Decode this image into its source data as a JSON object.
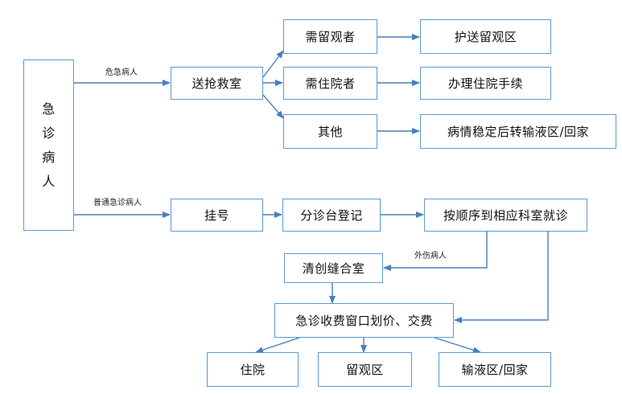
{
  "diagram": {
    "start": {
      "chars": [
        "急",
        "诊",
        "病",
        "人"
      ]
    },
    "edge_labels": {
      "critical": "危急病人",
      "normal": "普通急诊病人",
      "trauma": "外伤病人"
    },
    "nodes": {
      "rescue_room": "送抢救室",
      "need_observation": "需留观者",
      "need_hospitalization": "需住院者",
      "other": "其他",
      "escort_observation": "护送留观区",
      "admission_procedures": "办理住院手续",
      "stable_transfer": "病情稳定后转输液区/回家",
      "registration": "挂号",
      "triage": "分诊台登记",
      "dept_visit": "按顺序到相应科室就诊",
      "debridement": "清创缝合室",
      "payment": "急诊收费窗口划价、交费",
      "hospitalize": "住院",
      "observation_area": "留观区",
      "infusion_home": "输液区/回家"
    }
  }
}
